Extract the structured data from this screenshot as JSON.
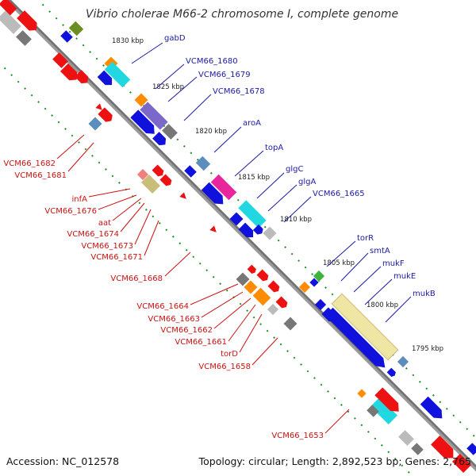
{
  "title": "Vibrio cholerae M66-2 chromosome I, complete genome",
  "footer": {
    "accession": "Accession: NC_012578",
    "summary": "Topology: circular; Length: 2,892,523 bp; Genes: 2,765"
  },
  "scale_ticks": [
    "1830 kbp",
    "1825 kbp",
    "1820 kbp",
    "1815 kbp",
    "1810 kbp",
    "1805 kbp",
    "1800 kbp",
    "1795 kbp"
  ],
  "labels_forward": [
    "gabD",
    "VCM66_1680",
    "VCM66_1679",
    "VCM66_1678",
    "aroA",
    "topA",
    "glgC",
    "glgA",
    "VCM66_1665",
    "torR",
    "smtA",
    "mukF",
    "mukE",
    "mukB"
  ],
  "labels_reverse": [
    "VCM66_1682",
    "VCM66_1681",
    "infA",
    "VCM66_1676",
    "aat",
    "VCM66_1674",
    "VCM66_1673",
    "VCM66_1671",
    "VCM66_1668",
    "VCM66_1664",
    "VCM66_1663",
    "VCM66_1662",
    "VCM66_1661",
    "torD",
    "VCM66_1658",
    "VCM66_1653"
  ],
  "colors": {
    "forward_label": "#1a1aa6",
    "reverse_label": "#cc1111",
    "backbone": "#888888",
    "ruler_dots": "#1f8f1f"
  }
}
